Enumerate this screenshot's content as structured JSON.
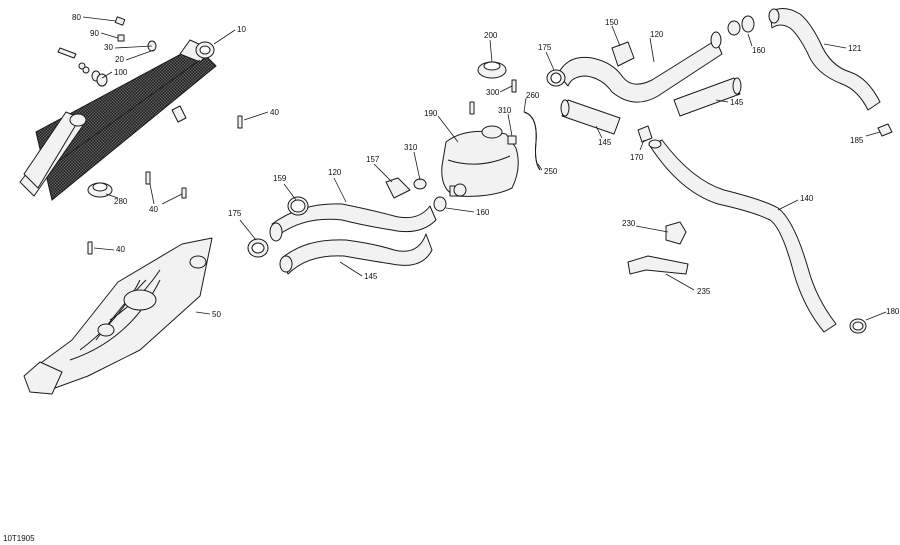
{
  "drawing_ref": "10T1905",
  "callouts": {
    "c80": "80",
    "c90": "90",
    "c30": "30",
    "c20": "20",
    "c100": "100",
    "c10": "10",
    "c40a": "40",
    "c40b": "40",
    "c40c": "40",
    "c280": "280",
    "c50": "50",
    "c159": "159",
    "c120a": "120",
    "c157": "157",
    "c310a": "310",
    "c175a": "175",
    "c160a": "160",
    "c145a": "145",
    "c200": "200",
    "c300": "300",
    "c190": "190",
    "c175b": "175",
    "c260": "260",
    "c310b": "310",
    "c250": "250",
    "c150": "150",
    "c120b": "120",
    "c160b": "160",
    "c121": "121",
    "c145b": "145",
    "c145c": "145",
    "c170": "170",
    "c185": "185",
    "c140": "140",
    "c230": "230",
    "c235": "235",
    "c180": "180"
  }
}
